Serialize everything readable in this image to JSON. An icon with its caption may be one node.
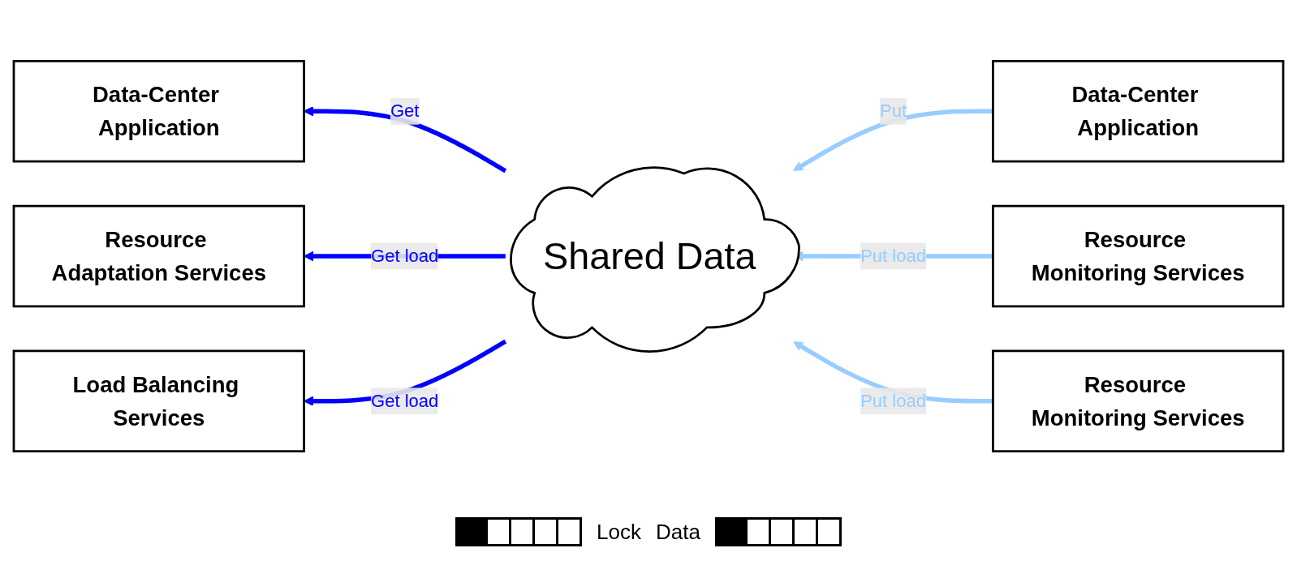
{
  "diagram": {
    "nodes": [
      {
        "text": [
          "Data-Center Application"
        ]
      },
      {
        "text": [
          "Resource Adaptation Services"
        ]
      },
      {
        "text": [
          "Load Balancing Services"
        ]
      },
      {
        "text": [
          "Shared Data"
        ]
      },
      {
        "text": [
          "Data-Center Application"
        ]
      },
      {
        "text": [
          "Resource Monitoring Services"
        ]
      },
      {
        "text": [
          "Resource Monitoring Services"
        ]
      }
    ],
    "edges": [
      {
        "from": 3,
        "to": 0,
        "arrow": "to",
        "label": "Get",
        "color": "#0000ff"
      },
      {
        "from": 4,
        "to": 3,
        "arrow": "to",
        "label": "Put",
        "color": "#99ccff"
      },
      {
        "from": 3,
        "to": 1,
        "arrow": "to",
        "label": "Get load",
        "color": "#0000ff"
      },
      {
        "from": 5,
        "to": 3,
        "arrow": "to",
        "label": "Put load",
        "color": "#99ccff"
      },
      {
        "from": 3,
        "to": 2,
        "arrow": "to",
        "label": "Get load",
        "color": "#0000ff"
      },
      {
        "from": 6,
        "to": 3,
        "arrow": "to",
        "label": "Put load",
        "color": "#99ccff"
      }
    ],
    "labels": [
      "Lock",
      "Data"
    ]
  }
}
